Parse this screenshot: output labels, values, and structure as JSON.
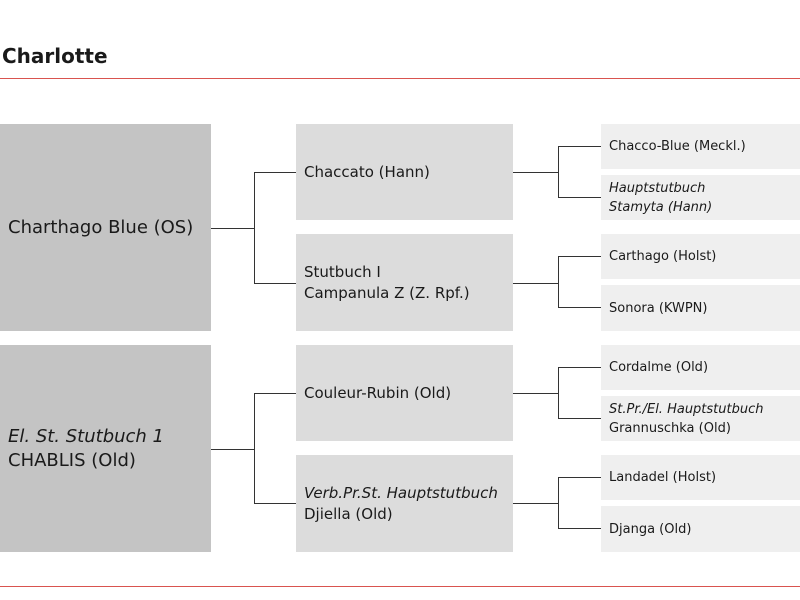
{
  "page": {
    "title": "Charlotte"
  },
  "pedigree": {
    "sire": {
      "name": "Charthago Blue (OS)"
    },
    "dam": {
      "prefix": "El. St. Stutbuch 1",
      "name": "CHABLIS (Old)"
    },
    "sire_sire": {
      "name": "Chaccato (Hann)"
    },
    "sire_dam": {
      "prefix": "Stutbuch I",
      "name": "Campanula Z (Z. Rpf.)"
    },
    "dam_sire": {
      "name": "Couleur-Rubin (Old)"
    },
    "dam_dam": {
      "prefix": "Verb.Pr.St. Hauptstutbuch",
      "name": "Djiella (Old)"
    },
    "ggp": [
      {
        "prefix": "",
        "name": "Chacco-Blue (Meckl.)"
      },
      {
        "prefix": "Hauptstutbuch",
        "name": "Stamyta (Hann)"
      },
      {
        "prefix": "",
        "name": "Carthago (Holst)"
      },
      {
        "prefix": "",
        "name": "Sonora (KWPN)"
      },
      {
        "prefix": "",
        "name": "Cordalme (Old)"
      },
      {
        "prefix": "St.Pr./El. Hauptstutbuch",
        "name": "Grannuschka (Old)"
      },
      {
        "prefix": "",
        "name": "Landadel (Holst)"
      },
      {
        "prefix": "",
        "name": "Djanga (Old)"
      }
    ]
  }
}
